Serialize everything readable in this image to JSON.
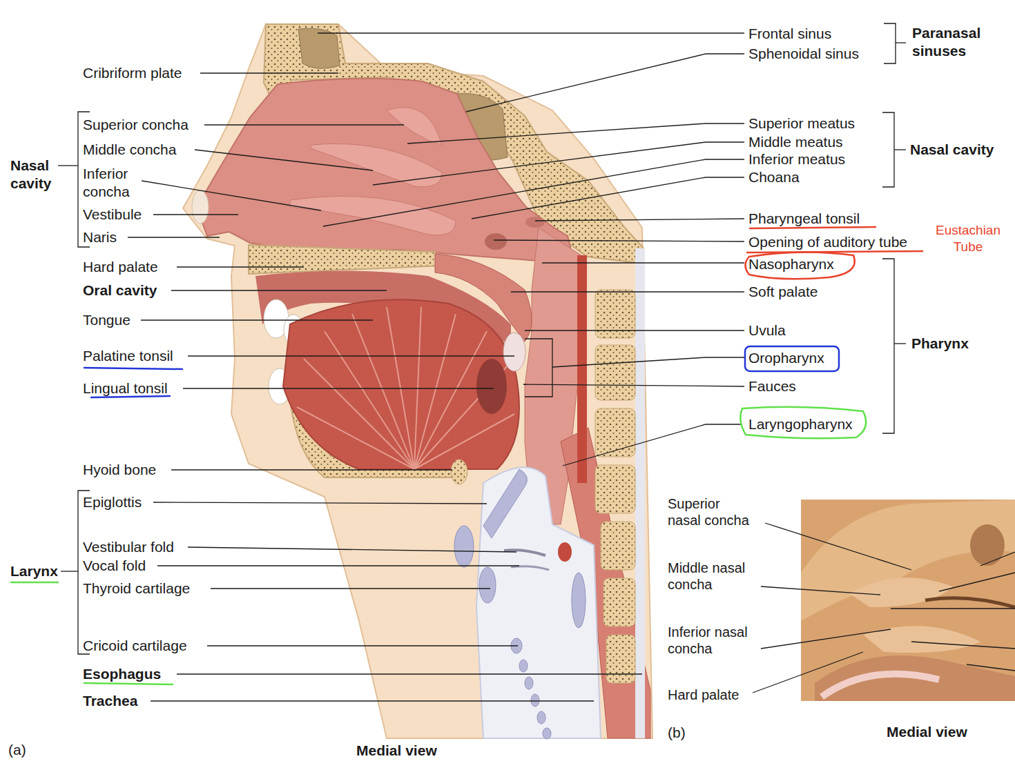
{
  "diagram": {
    "labels": [
      "Frontal sinus",
      "Sphenoidal sinus",
      "Paranasal sinuses",
      "Cribriform plate",
      "Superior concha",
      "Middle concha",
      "Inferior concha",
      "Vestibule",
      "Naris",
      "Nasal cavity",
      "Superior meatus",
      "Middle meatus",
      "Inferior meatus",
      "Choana",
      "Nasal cavity",
      "Pharyngeal tonsil",
      "Opening of auditory tube",
      "Eustachian Tube",
      "Nasopharynx",
      "Hard palate",
      "Oral cavity",
      "Soft palate",
      "Tongue",
      "Uvula",
      "Pharynx",
      "Palatine tonsil",
      "Oropharynx",
      "Lingual tonsil",
      "Fauces",
      "Laryngopharynx",
      "Hyoid bone",
      "Epiglottis",
      "Superior nasal concha",
      "Vestibular fold",
      "Vocal fold",
      "Middle nasal concha",
      "Larynx",
      "Thyroid cartilage",
      "Inferior nasal concha",
      "Cricoid cartilage",
      "Esophagus",
      "Hard palate",
      "Trachea",
      "(b)",
      "Medial view",
      "(a)",
      "Medial view"
    ]
  }
}
